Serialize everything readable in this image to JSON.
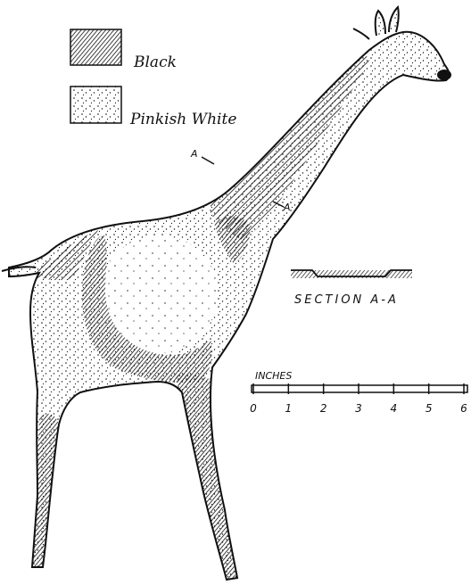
{
  "legend": {
    "items": [
      {
        "label": "Black",
        "pattern": "hatched"
      },
      {
        "label": "Pinkish White",
        "pattern": "stippled"
      }
    ]
  },
  "section": {
    "marker": "A",
    "caption": "SECTION A-A"
  },
  "scale": {
    "unit_label": "INCHES",
    "ticks": [
      "0",
      "1",
      "2",
      "3",
      "4",
      "5",
      "6"
    ]
  },
  "colors": {
    "ink": "#111111",
    "paper": "#ffffff"
  }
}
